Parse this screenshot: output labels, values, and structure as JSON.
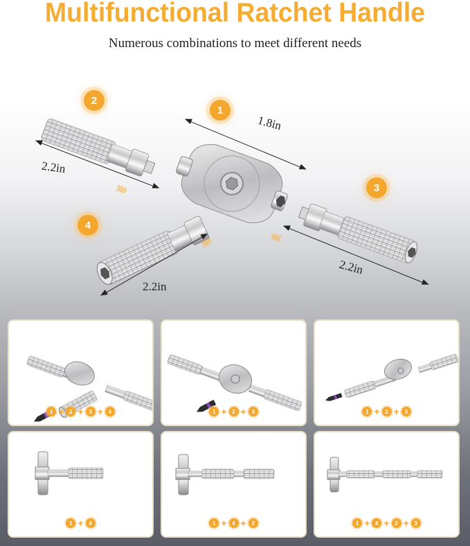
{
  "header": {
    "title": "Multifunctional Ratchet Handle",
    "subtitle": "Numerous combinations to meet different needs"
  },
  "brand_colors": {
    "accent": "#f3a72e",
    "title": "#f4ac33",
    "card_border": "#e9e0c6"
  },
  "exploded_view": {
    "parts": [
      {
        "number": "1",
        "name": "ratchet-head",
        "dimension": "1.8in"
      },
      {
        "number": "2",
        "name": "extension-bar",
        "dimension": "2.2in"
      },
      {
        "number": "3",
        "name": "extension-bar",
        "dimension": "2.2in"
      },
      {
        "number": "4",
        "name": "extension-bar-hex-socket",
        "dimension": "2.2in"
      }
    ]
  },
  "combinations": [
    {
      "parts": [
        "1",
        "2",
        "3",
        "4"
      ],
      "layout": "cross-with-bit"
    },
    {
      "parts": [
        "1",
        "2",
        "3"
      ],
      "layout": "straight-with-bit"
    },
    {
      "parts": [
        "1",
        "2",
        "3"
      ],
      "layout": "angled-with-bit"
    },
    {
      "parts": [
        "1",
        "4"
      ],
      "layout": "t-handle"
    },
    {
      "parts": [
        "1",
        "4",
        "2"
      ],
      "layout": "t-handle-long"
    },
    {
      "parts": [
        "1",
        "4",
        "2",
        "3"
      ],
      "layout": "t-handle-extra-long"
    }
  ],
  "separator": "+"
}
